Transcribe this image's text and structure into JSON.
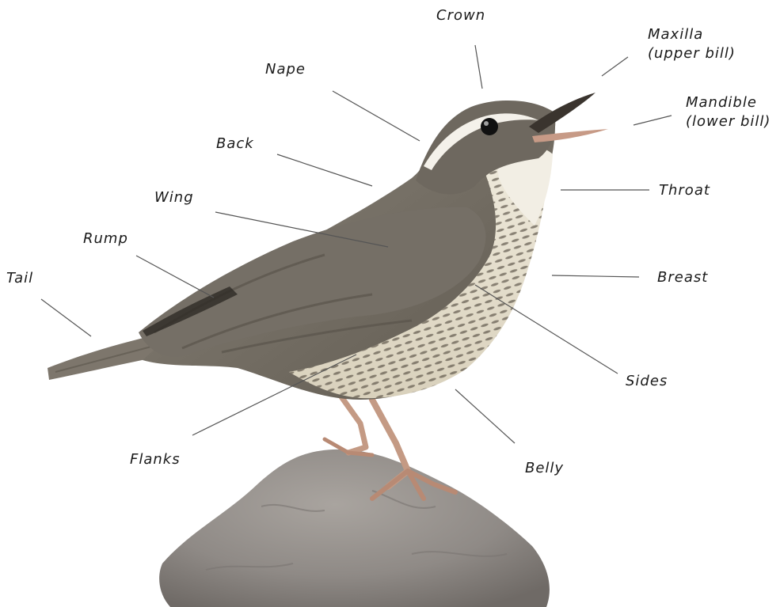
{
  "labels": {
    "crown": "Crown",
    "maxilla_1": "Maxilla",
    "maxilla_2": "(upper bill)",
    "mandible_1": "Mandible",
    "mandible_2": "(lower bill)",
    "nape": "Nape",
    "back": "Back",
    "wing": "Wing",
    "rump": "Rump",
    "tail": "Tail",
    "throat": "Throat",
    "breast": "Breast",
    "sides": "Sides",
    "flanks": "Flanks",
    "belly": "Belly"
  },
  "colors": {
    "line": "#555555",
    "rock": "#8f8a86",
    "plumage": "#7a746c",
    "underparts": "#e9e4d6",
    "streak": "#4a4238",
    "legs": "#c49a84"
  }
}
